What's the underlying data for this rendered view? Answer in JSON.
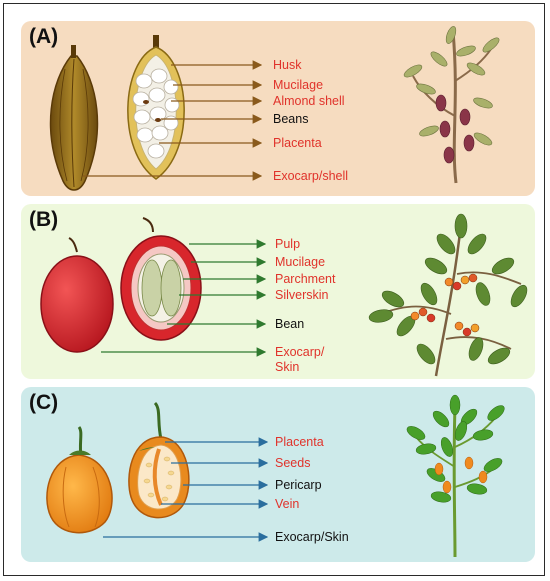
{
  "panels": [
    {
      "id": "A",
      "label": "(A)",
      "bg": "#f6dcc0",
      "arrow_color": "#8a5a1c",
      "labels": [
        {
          "text": "Husk",
          "color": "red"
        },
        {
          "text": "Mucilage",
          "color": "red"
        },
        {
          "text": "Almond shell",
          "color": "red"
        },
        {
          "text": "Beans",
          "color": "black"
        },
        {
          "text": "Placenta",
          "color": "red"
        },
        {
          "text": "Exocarp/shell",
          "color": "red"
        }
      ]
    },
    {
      "id": "B",
      "label": "(B)",
      "bg": "#eef8dc",
      "arrow_color": "#2f7a2f",
      "labels": [
        {
          "text": "Pulp",
          "color": "red"
        },
        {
          "text": "Mucilage",
          "color": "red"
        },
        {
          "text": "Parchment",
          "color": "red"
        },
        {
          "text": "Silverskin",
          "color": "red"
        },
        {
          "text": "Bean",
          "color": "black"
        },
        {
          "text": "Exocarp/",
          "color": "red"
        },
        {
          "text": "Skin",
          "color": "red"
        }
      ]
    },
    {
      "id": "C",
      "label": "(C)",
      "bg": "#cdeaea",
      "arrow_color": "#2a6e9e",
      "labels": [
        {
          "text": "Placenta",
          "color": "red"
        },
        {
          "text": "Seeds",
          "color": "red"
        },
        {
          "text": "Pericarp",
          "color": "black"
        },
        {
          "text": "Vein",
          "color": "red"
        },
        {
          "text": "Exocarp/Skin",
          "color": "black"
        }
      ]
    }
  ],
  "colors": {
    "label_red": "#e0332b",
    "label_black": "#111111"
  },
  "icons": [
    "cocoa-pod-icon",
    "cocoa-pod-section-icon",
    "cocoa-tree-icon",
    "coffee-cherry-icon",
    "coffee-cherry-section-icon",
    "coffee-branch-icon",
    "habanero-pepper-icon",
    "habanero-pepper-section-icon",
    "pepper-plant-icon"
  ]
}
